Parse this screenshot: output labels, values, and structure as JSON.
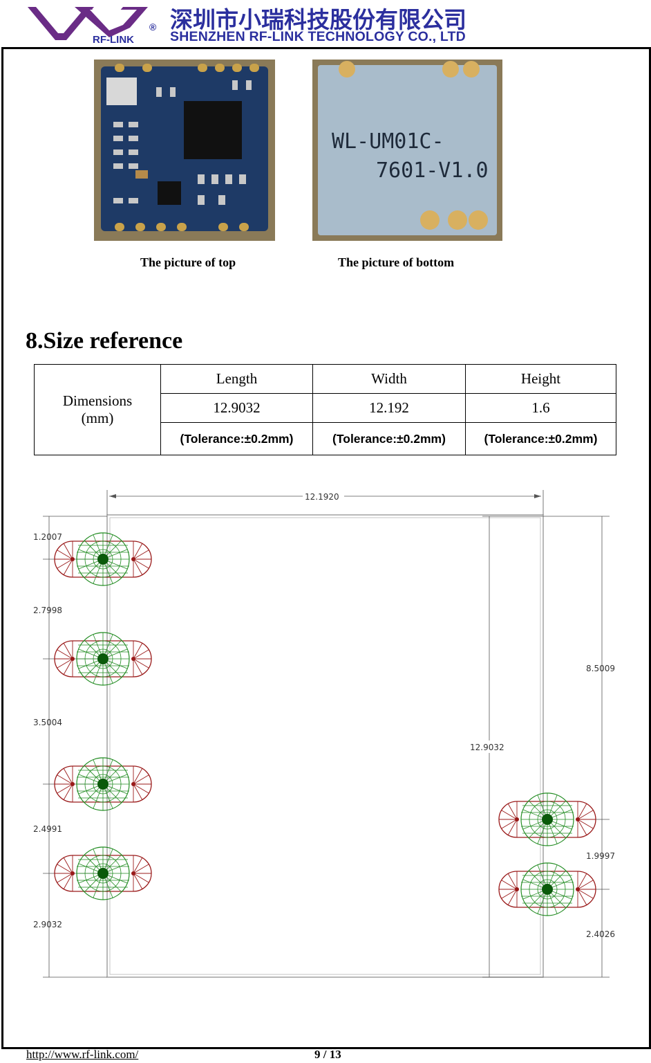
{
  "header": {
    "logo_text": "RF-LINK",
    "logo_mark": "®",
    "company_cn": "深圳市小瑞科技股份有限公司",
    "company_en": "SHENZHEN RF-LINK TECHNOLOGY CO., LTD"
  },
  "photos": {
    "top_caption": "The picture of top",
    "bottom_caption": "The picture of bottom",
    "bottom_label_line1": "WL-UM01C-",
    "bottom_label_line2": "7601-V1.0"
  },
  "section": {
    "title": "8.Size reference"
  },
  "table": {
    "row_header_line1": "Dimensions",
    "row_header_line2": "(mm)",
    "columns": [
      "Length",
      "Width",
      "Height"
    ],
    "values": [
      "12.9032",
      "12.192",
      "1.6"
    ],
    "tolerances": [
      "(Tolerance:±0.2mm)",
      "(Tolerance:±0.2mm)",
      "(Tolerance:±0.2mm)"
    ]
  },
  "drawing": {
    "top_width": "12.1920",
    "left_dims": [
      "1.2007",
      "2.7998",
      "3.5004",
      "2.4991",
      "2.9032"
    ],
    "inner_height": "12.9032",
    "right_dims": [
      "8.5009",
      "1.9997",
      "2.4026"
    ]
  },
  "footer": {
    "url": "http://www.rf-link.com/",
    "page": "9 / 13"
  },
  "colors": {
    "brand_blue": "#2b2f9e",
    "logo_purple": "#6a2c86",
    "pad_red": "#9a1a1a",
    "pad_green": "#1f8a1f"
  }
}
